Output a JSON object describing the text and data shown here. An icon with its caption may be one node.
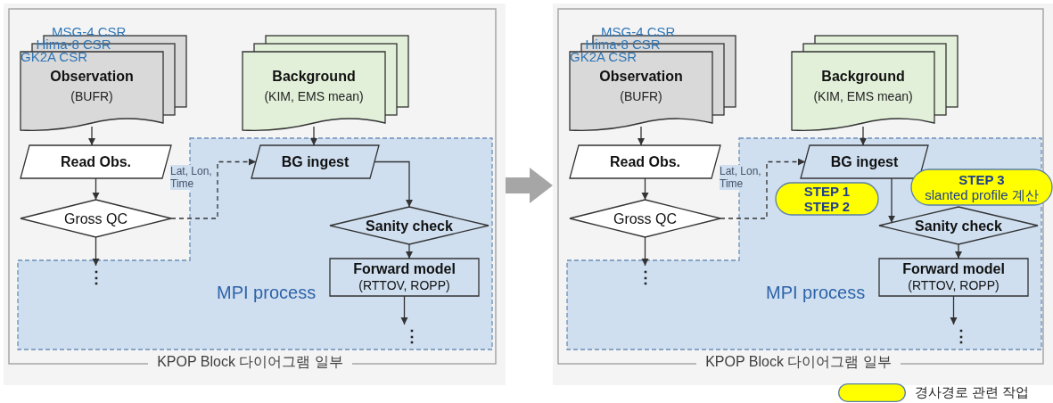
{
  "diagram": {
    "nodes": [
      {
        "text": [
          "KPOP Block 다이어그램 일부"
        ]
      },
      {
        "text": [
          "MSG-4 CSR",
          "Hima-8 CSR",
          "GK2A CSR",
          "Observation",
          "(BUFR)"
        ],
        "in": 0
      },
      {
        "text": [
          "Background",
          "(KIM, EMS mean)"
        ],
        "in": 0
      },
      {
        "text": [
          "MPI process"
        ],
        "in": 0
      },
      {
        "text": [
          "Read Obs."
        ],
        "in": 0
      },
      {
        "text": [
          "Gross QC"
        ],
        "in": 0
      },
      {
        "text": [
          "BG ingest"
        ],
        "in": 3
      },
      {
        "text": [
          "Sanity check"
        ],
        "in": 3
      },
      {
        "text": [
          "Forward model",
          "(RTTOV, ROPP)"
        ],
        "in": 3
      },
      {
        "text": [
          "⋮"
        ],
        "in": 3
      },
      {
        "text": [
          "⋮"
        ],
        "in": 3
      },
      {
        "text": [
          "KPOP Block 다이어그램 일부"
        ]
      },
      {
        "text": [
          "MSG-4 CSR",
          "Hima-8 CSR",
          "GK2A CSR",
          "Observation",
          "(BUFR)"
        ],
        "in": 11
      },
      {
        "text": [
          "Background",
          "(KIM, EMS mean)"
        ],
        "in": 11
      },
      {
        "text": [
          "MPI process"
        ],
        "in": 11
      },
      {
        "text": [
          "Read Obs."
        ],
        "in": 11
      },
      {
        "text": [
          "Gross QC"
        ],
        "in": 11
      },
      {
        "text": [
          "BG ingest"
        ],
        "in": 14
      },
      {
        "text": [
          "Sanity check"
        ],
        "in": 14
      },
      {
        "text": [
          "Forward model",
          "(RTTOV, ROPP)"
        ],
        "in": 14
      },
      {
        "text": [
          "⋮"
        ],
        "in": 14
      },
      {
        "text": [
          "⋮"
        ],
        "in": 14
      },
      {
        "text": [
          "STEP 1",
          "STEP 2"
        ],
        "in": 14
      },
      {
        "text": [
          "STEP 3",
          "slanted profile 계산"
        ],
        "in": 11
      }
    ],
    "edges": [
      {
        "from": 1,
        "to": 4,
        "arrow": "to"
      },
      {
        "from": 4,
        "to": 5,
        "arrow": "to"
      },
      {
        "from": 5,
        "to": 9,
        "arrow": "to"
      },
      {
        "from": 5,
        "to": 6,
        "arrow": "to",
        "style": "dashed",
        "label": "Lat, Lon, Time"
      },
      {
        "from": 2,
        "to": 6,
        "arrow": "to"
      },
      {
        "from": 6,
        "to": 7,
        "arrow": "to"
      },
      {
        "from": 7,
        "to": 8,
        "arrow": "to"
      },
      {
        "from": 8,
        "to": 10,
        "arrow": "to"
      },
      {
        "from": 0,
        "to": 11,
        "arrow": "to",
        "style": "thick",
        "color": "#a6a6a6"
      },
      {
        "from": 12,
        "to": 15,
        "arrow": "to"
      },
      {
        "from": 15,
        "to": 16,
        "arrow": "to"
      },
      {
        "from": 16,
        "to": 20,
        "arrow": "to"
      },
      {
        "from": 16,
        "to": 17,
        "arrow": "to",
        "style": "dashed",
        "label": "Lat, Lon, Time"
      },
      {
        "from": 13,
        "to": 17,
        "arrow": "to"
      },
      {
        "from": 17,
        "to": 18,
        "arrow": "to"
      },
      {
        "from": 18,
        "to": 19,
        "arrow": "to"
      },
      {
        "from": 19,
        "to": 21,
        "arrow": "to"
      }
    ],
    "legend": [
      {
        "text": "경사경로 관련 작업",
        "color": "#ffff00"
      }
    ]
  }
}
